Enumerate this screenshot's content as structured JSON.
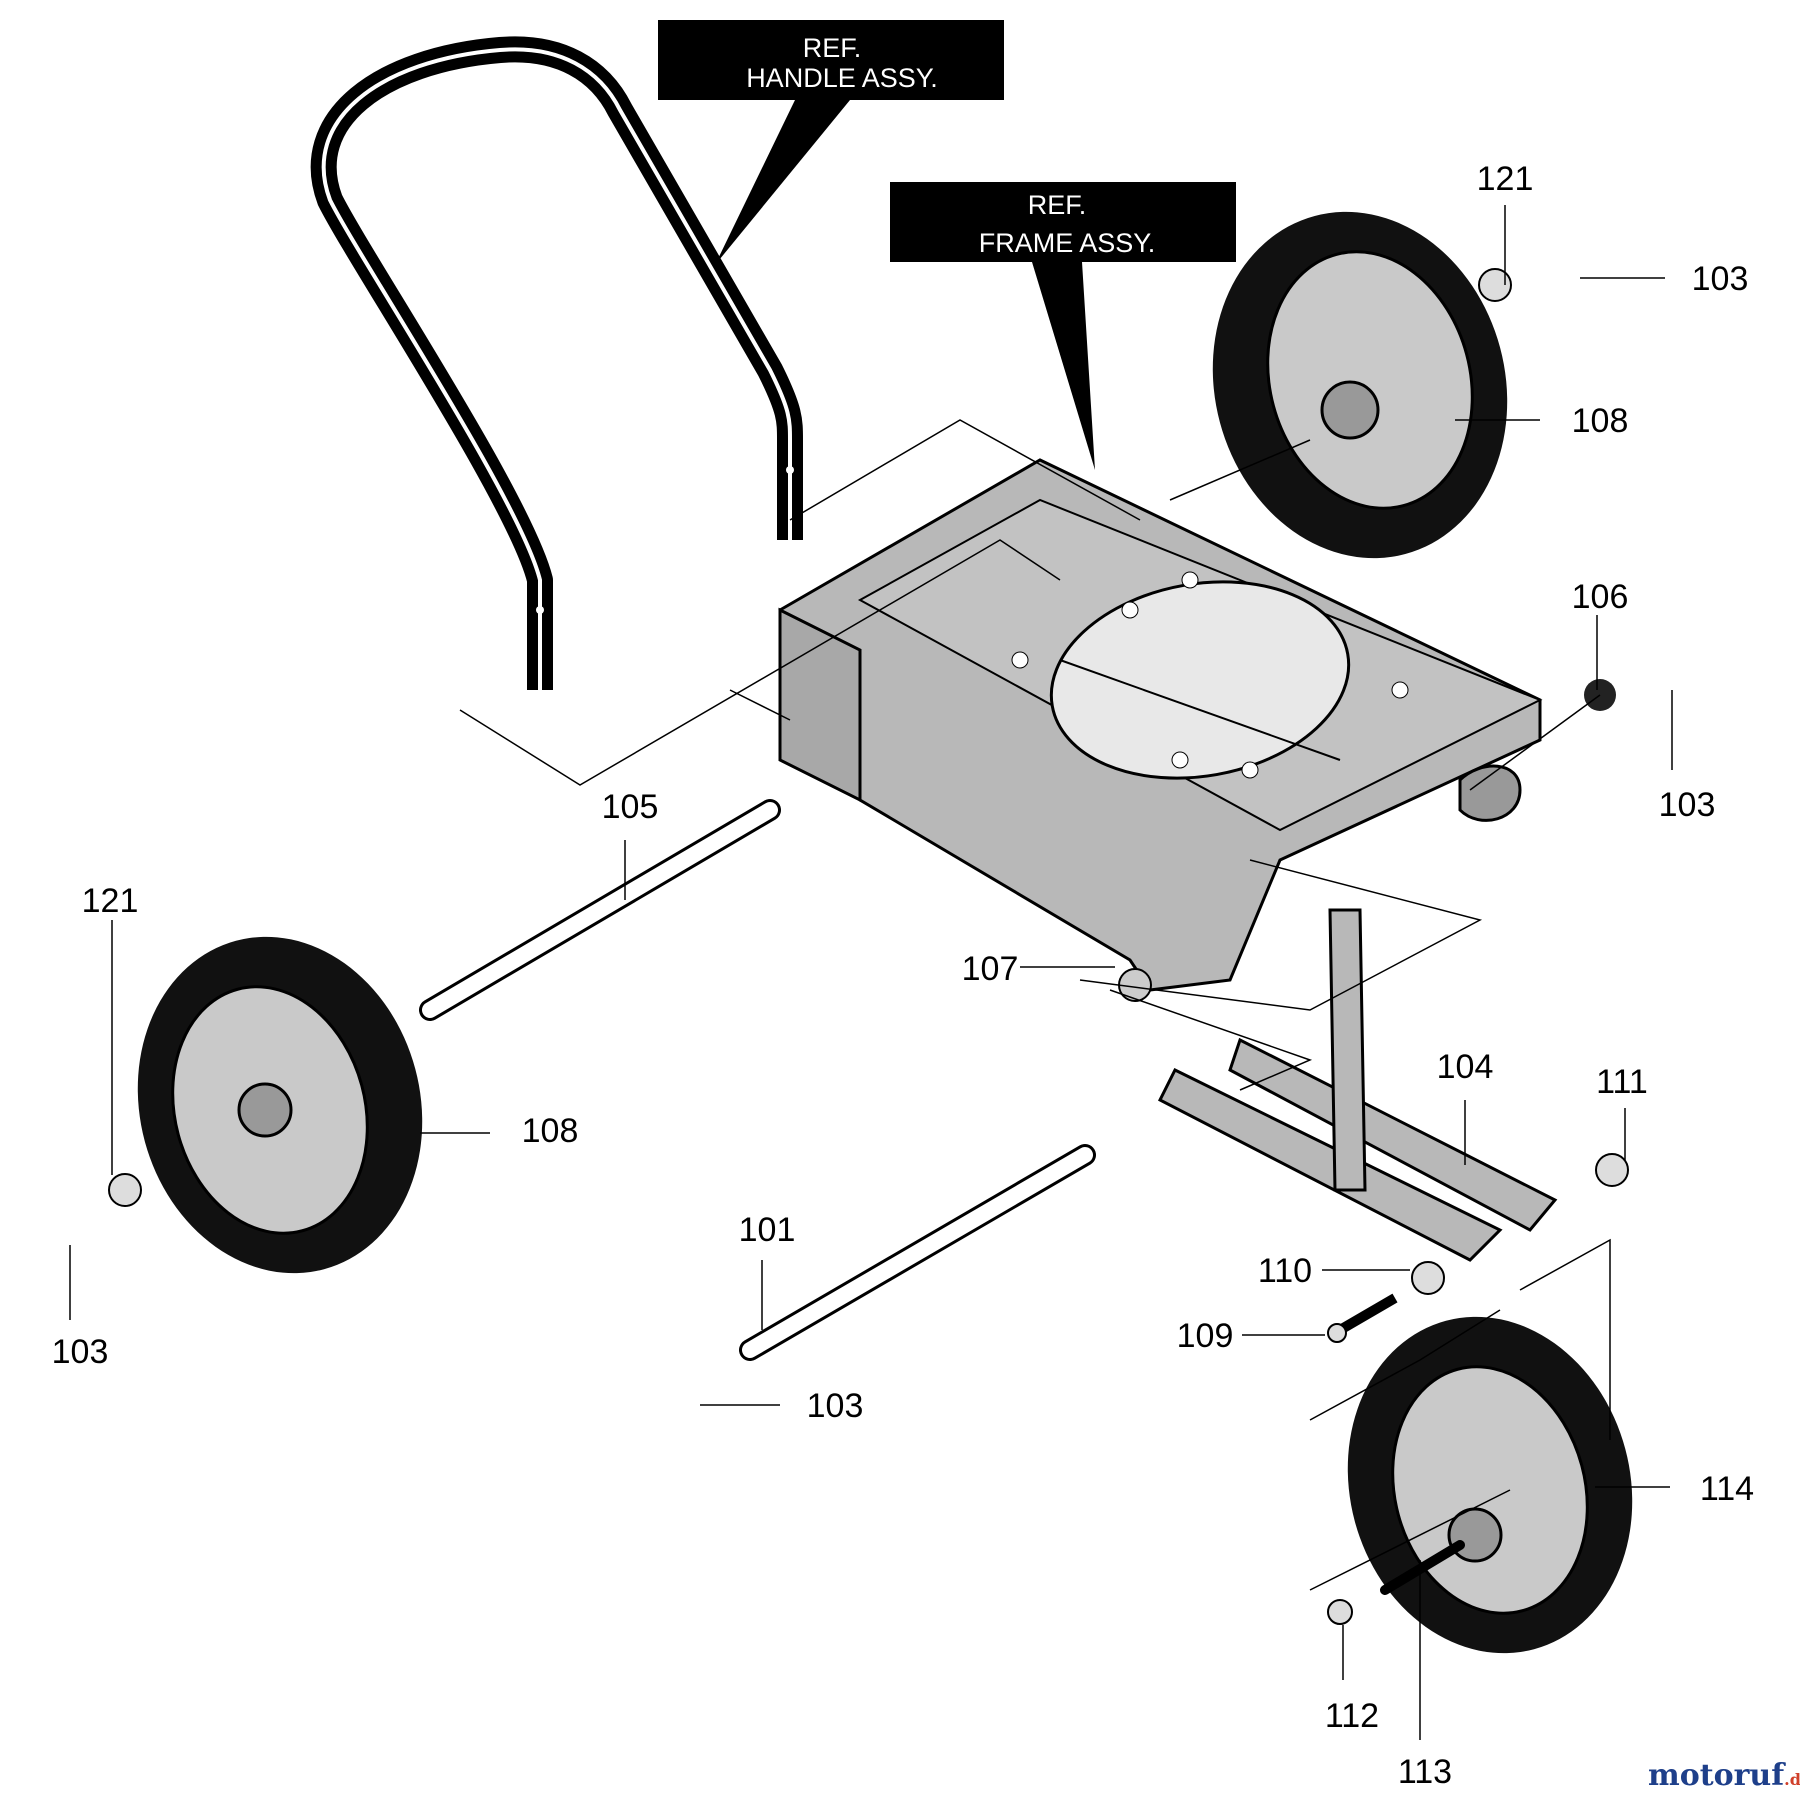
{
  "callouts": {
    "handle_ref": {
      "line1": "REF.",
      "line2": "HANDLE ASSY."
    },
    "frame_ref": {
      "line1": "REF.",
      "line2": "FRAME ASSY."
    }
  },
  "part_labels": [
    {
      "id": "121-top",
      "text": "121"
    },
    {
      "id": "103-top",
      "text": "103"
    },
    {
      "id": "108-top",
      "text": "108"
    },
    {
      "id": "106",
      "text": "106"
    },
    {
      "id": "103-right",
      "text": "103"
    },
    {
      "id": "105",
      "text": "105"
    },
    {
      "id": "121-left",
      "text": "121"
    },
    {
      "id": "108-left",
      "text": "108"
    },
    {
      "id": "103-left",
      "text": "103"
    },
    {
      "id": "107",
      "text": "107"
    },
    {
      "id": "104",
      "text": "104"
    },
    {
      "id": "111",
      "text": "111"
    },
    {
      "id": "101",
      "text": "101"
    },
    {
      "id": "110",
      "text": "110"
    },
    {
      "id": "109",
      "text": "109"
    },
    {
      "id": "103-bottom",
      "text": "103"
    },
    {
      "id": "114",
      "text": "114"
    },
    {
      "id": "112",
      "text": "112"
    },
    {
      "id": "113",
      "text": "113"
    }
  ],
  "watermark": {
    "brand": "motoruf",
    "suffix": ".de"
  },
  "colors": {
    "ink": "#000000",
    "metal": "#b8b8b8",
    "wheel": "#c9c9c9",
    "paper": "#ffffff",
    "watermark_a": "#1e3f8a",
    "watermark_b": "#d0402a"
  }
}
